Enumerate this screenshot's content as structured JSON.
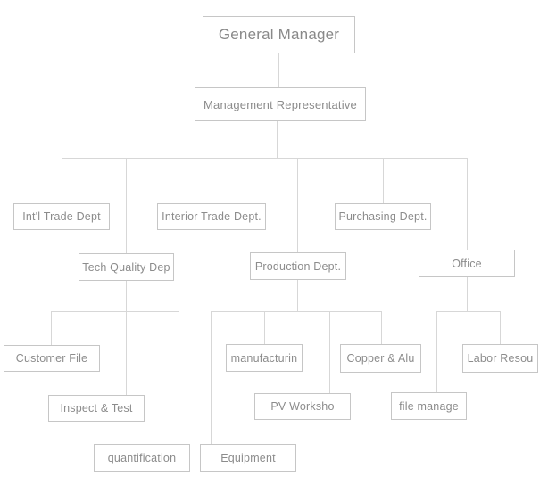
{
  "nodes": {
    "general_manager": "General Manager",
    "management_representative": "Management Representative",
    "intl_trade": "Int'l Trade Dept",
    "interior_trade": "Interior Trade Dept.",
    "purchasing": "Purchasing Dept.",
    "tech_quality": "Tech Quality Dep",
    "production": "Production Dept.",
    "office": "Office",
    "customer_file": "Customer File",
    "inspect_test": "Inspect & Test",
    "quantification": "quantification",
    "manufacturin": "manufacturin",
    "pv_worksho": "PV Worksho",
    "equipment": "Equipment",
    "copper_alu": "Copper & Alu",
    "file_manage": "file manage",
    "labor_resou": "Labor Resou"
  },
  "tree": {
    "General Manager": {
      "Management Representative": {
        "Int'l Trade Dept": {},
        "Tech Quality Dep": {
          "Customer File": {},
          "Inspect & Test": {},
          "quantification": {}
        },
        "Interior Trade Dept.": {},
        "Production Dept.": {
          "Equipment": {},
          "manufacturin": {},
          "PV Worksho": {},
          "Copper & Alu": {}
        },
        "Purchasing Dept.": {},
        "Office": {
          "file manage": {},
          "Labor Resou": {}
        }
      }
    }
  },
  "colors": {
    "background": "#ffffff",
    "box_border": "#c6c6c6",
    "text": "#8c8c8c",
    "connector": "#d7d7d7"
  }
}
